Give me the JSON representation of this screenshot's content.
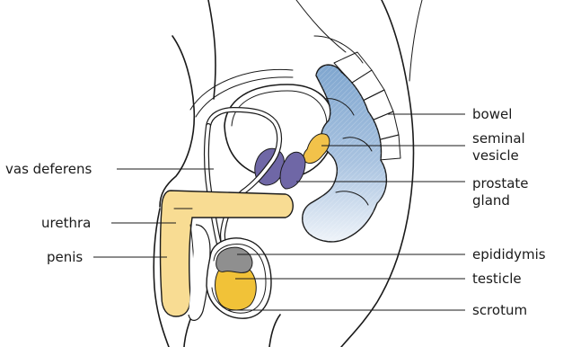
{
  "labels": {
    "bowel": "bowel",
    "seminal_vesicle_line1": "seminal",
    "seminal_vesicle_line2": "vesicle",
    "vas_deferens": "vas deferens",
    "prostate_gland_line1": "prostate",
    "prostate_gland_line2": "gland",
    "urethra": "urethra",
    "penis": "penis",
    "epididymis": "epididymis",
    "testicle": "testicle",
    "scrotum": "scrotum"
  },
  "colors": {
    "bowel": "#7fa6cf",
    "bowel_light": "#e6eef7",
    "prostate": "#6f67a6",
    "seminal_vesicle": "#f2c24a",
    "penis": "#f8dc93",
    "testicle": "#f1c238",
    "epididymis": "#8f8f8f",
    "outline": "#1a1a1a"
  }
}
